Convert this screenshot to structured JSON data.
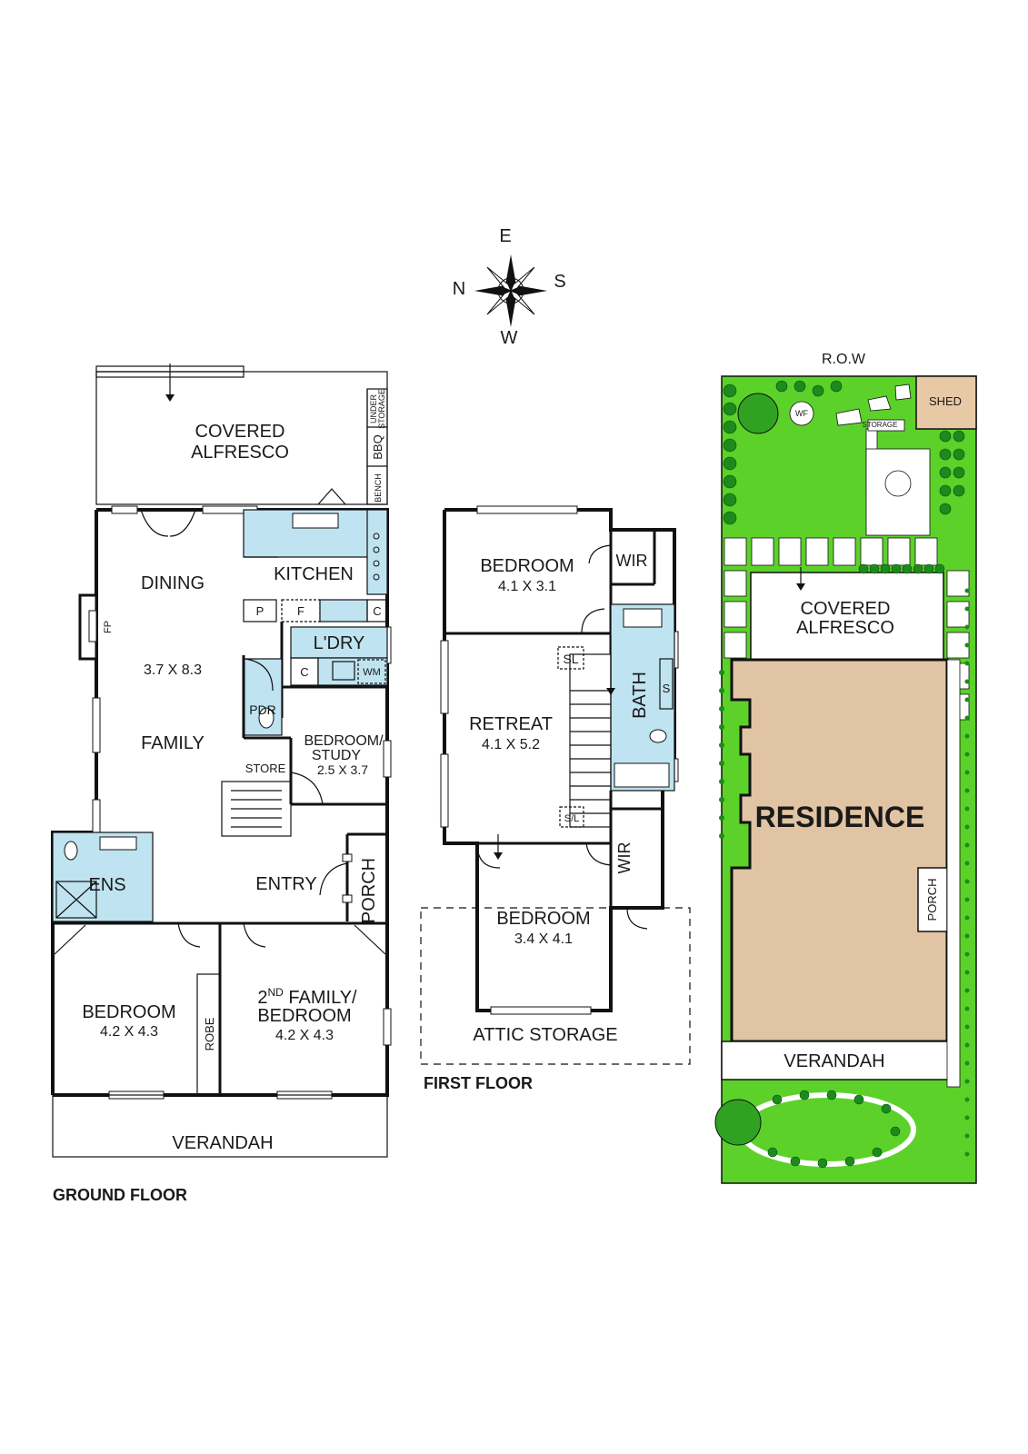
{
  "compass": {
    "e": "E",
    "s": "S",
    "w": "W",
    "n": "N"
  },
  "ground": {
    "covered_alfresco": [
      "COVERED",
      "ALFRESCO"
    ],
    "bbq": "BBQ",
    "under_storage": [
      "UNDER",
      "STORAGE"
    ],
    "bench": "BENCH",
    "dining": "DINING",
    "kitchen": "KITCHEN",
    "p": "P",
    "f": "F",
    "c1": "C",
    "c2": "C",
    "laundry": "L'DRY",
    "wm": "WM",
    "fp": "FP",
    "dining_family_dim": "3.7 X 8.3",
    "pdr": "PDR",
    "family": "FAMILY",
    "bedroom_study": [
      "BEDROOM/",
      "STUDY"
    ],
    "bedroom_study_dim": "2.5 X 3.7",
    "store": "STORE",
    "ens": "ENS",
    "entry": "ENTRY",
    "porch": "PORCH",
    "bedroom": "BEDROOM",
    "bedroom_dim": "4.2 X 4.3",
    "robe": "ROBE",
    "second_family_top": "2",
    "second_family_sup": "ND",
    "second_family_rest": " FAMILY/",
    "second_family_line2": "BEDROOM",
    "second_family_dim": "4.2 X 4.3",
    "verandah": "VERANDAH",
    "caption": "GROUND FLOOR"
  },
  "first": {
    "bedroom1": "BEDROOM",
    "bedroom1_dim": "4.1 X 3.1",
    "wir1": "WIR",
    "sl1": "SL",
    "retreat": "RETREAT",
    "retreat_dim": "4.1 X 5.2",
    "bath": "BATH",
    "s": "S",
    "sl2": "S/L",
    "wir2": "WIR",
    "bedroom2": "BEDROOM",
    "bedroom2_dim": "3.4 X 4.1",
    "attic": "ATTIC STORAGE",
    "caption": "FIRST FLOOR"
  },
  "site": {
    "row": "R.O.W",
    "shed": "SHED",
    "wf": "WF",
    "storage": "STORAGE",
    "covered_alfresco": [
      "COVERED",
      "ALFRESCO"
    ],
    "residence": "RESIDENCE",
    "porch": "PORCH",
    "verandah": "VERANDAH"
  },
  "colors": {
    "wet_area": "#bfe3f0",
    "lawn": "#5cd12a",
    "residence": "#e0c4a3",
    "shed": "#e8c9a6"
  }
}
